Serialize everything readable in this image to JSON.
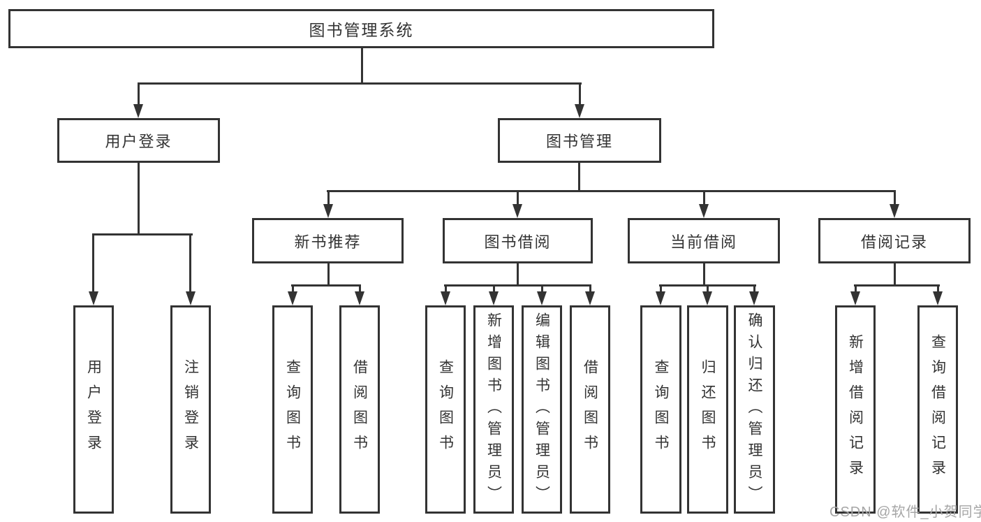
{
  "diagram": {
    "root": {
      "label": "图书管理系统"
    },
    "level2": {
      "user_login": {
        "label": "用户登录"
      },
      "book_management": {
        "label": "图书管理"
      }
    },
    "level3": {
      "new_book_recommend": {
        "label": "新书推荐"
      },
      "book_borrow": {
        "label": "图书借阅"
      },
      "current_borrow": {
        "label": "当前借阅"
      },
      "borrow_records": {
        "label": "借阅记录"
      }
    },
    "leaves": {
      "user_login_group": [
        {
          "label": "用户登录"
        },
        {
          "label": "注销登录"
        }
      ],
      "new_book_group": [
        {
          "label": "查询图书"
        },
        {
          "label": "借阅图书"
        }
      ],
      "book_borrow_group": [
        {
          "label": "查询图书"
        },
        {
          "label": "新增图书（管理员）"
        },
        {
          "label": "编辑图书（管理员）"
        },
        {
          "label": "借阅图书"
        }
      ],
      "current_borrow_group": [
        {
          "label": "查询图书"
        },
        {
          "label": "归还图书"
        },
        {
          "label": "确认归还（管理员）"
        }
      ],
      "borrow_records_group": [
        {
          "label": "新增借阅记录"
        },
        {
          "label": "查询借阅记录"
        }
      ]
    },
    "watermark": "CSDN @软件_小贺同学",
    "colors": {
      "line": "#333333",
      "text": "#333333",
      "watermark": "#a6a6a6",
      "background": "#ffffff"
    }
  }
}
